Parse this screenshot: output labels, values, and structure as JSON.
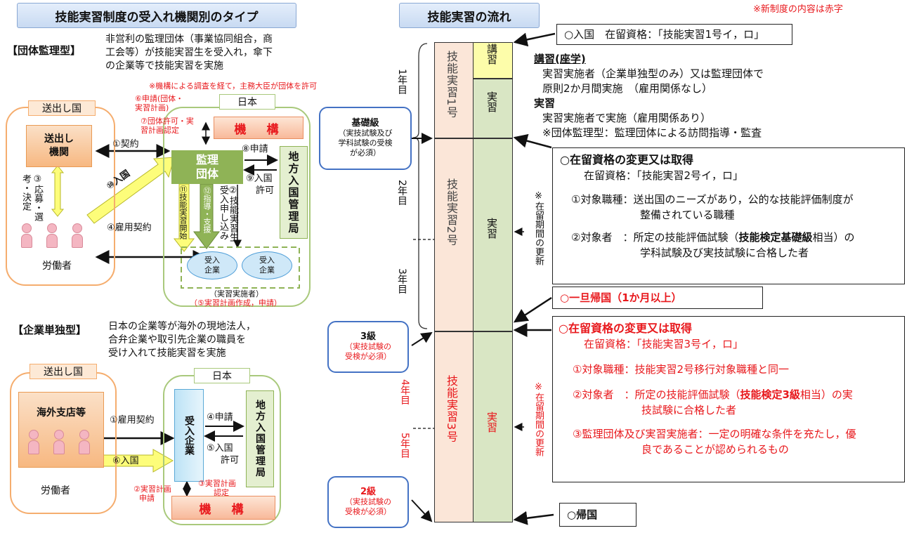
{
  "left": {
    "title": "技能実習制度の受入れ機関別のタイプ",
    "group": {
      "label": "【団体監理型】",
      "desc": [
        "非営利の監理団体（事業協同組合，商",
        "工会等）が技能実習生を受入れ，傘下",
        "の企業等で技能実習を実施"
      ],
      "note": "※機構による調査を経て，主務大臣が団体を許可",
      "sending_country": "送出し国",
      "japan": "日本",
      "sending_org": [
        "送出し",
        "機関"
      ],
      "workers": "労働者",
      "kikou": "機　構",
      "kanri": [
        "監理",
        "団体"
      ],
      "immigration": "地方入国管理局",
      "company1": [
        "受入",
        "企業"
      ],
      "company2": [
        "受入",
        "企業"
      ],
      "implementer": "（実習実施者）",
      "plan_note": "（⑤実習計画作成，申請）",
      "s1": "①契約",
      "s3": "③応募・選考・決定",
      "s4": "④雇用契約",
      "s6": [
        "⑥申請(団体・",
        "実習計画)"
      ],
      "s7": [
        "⑦団体許可・実",
        "習計画認定"
      ],
      "s8": "⑧申請",
      "s9": [
        "⑨入国",
        "許可"
      ],
      "s10": "⑩入国",
      "s11": "⑪技能実習開始",
      "s12": "⑫指導・支援",
      "s2": "②技能実習生受入申し込み"
    },
    "single": {
      "label": "【企業単独型】",
      "desc": [
        "日本の企業等が海外の現地法人，",
        "合弁企業や取引先企業の職員を",
        "受け入れて技能実習を実施"
      ],
      "sending_country": "送出し国",
      "japan": "日本",
      "branch": "海外支店等",
      "workers": "労働者",
      "company": "受入企業",
      "immigration": "地方入国管理局",
      "kikou": "機　構",
      "s1": "①雇用契約",
      "s4": "④申請",
      "s5": [
        "⑤入国",
        "許可"
      ],
      "s6": "⑥入国",
      "s2": [
        "②実習計画",
        "申請"
      ],
      "s3": [
        "③実習計画",
        "認定"
      ]
    }
  },
  "right": {
    "title": "技能実習の流れ",
    "red_note": "※新制度の内容は赤字",
    "years": {
      "y1": "1年目",
      "y2": "2年目",
      "y3": "3年目",
      "y4": "4年目",
      "y5": "5年目"
    },
    "col1": "技能実習1号",
    "col2": "技能実習2号",
    "col3": "技能実習3号",
    "koushu": "講習",
    "jisshu1": "実習",
    "jisshu2": "実習",
    "jisshu3": "実習",
    "renewal1": "※在留期間の更新",
    "renewal2": "※在留期間の更新",
    "exam_basic": {
      "title": "基礎級",
      "desc": [
        "（実技試験及び",
        "学科試験の受検",
        "が必須）"
      ]
    },
    "exam3": {
      "title": "3級",
      "desc": [
        "（実技試験の",
        "受検が必須）"
      ]
    },
    "exam2": {
      "title": "2級",
      "desc": [
        "（実技試験の",
        "受検が必須）"
      ]
    },
    "entry": "○入国　在留資格：「技能実習1号イ，ロ」",
    "lecture": {
      "h1": "講習(座学)",
      "l1": "実習実施者（企業単独型のみ）又は監理団体で",
      "l2": "原則2か月間実施　（雇用関係なし）",
      "h2": "実習",
      "l3": "実習実施者で実施（雇用関係あり）",
      "l4": "※団体監理型：監理団体による訪問指導・監査"
    },
    "change2": {
      "head": "○在留資格の変更又は取得",
      "status": "在留資格：「技能実習2号イ，ロ」",
      "i1a": "①対象職種：送出国のニーズがあり，公的な技能評価制度が",
      "i1b": "整備されている職種",
      "i2a_pre": "②対象者　：所定の技能評価試験（",
      "i2a_bold": "技能検定基礎級",
      "i2a_post": "相当）の",
      "i2b": "学科試験及び実技試験に合格した者"
    },
    "return_once": "○一旦帰国（1か月以上）",
    "change3": {
      "head": "○在留資格の変更又は取得",
      "status": "在留資格：「技能実習3号イ，ロ」",
      "i1": "①対象職種：技能実習2号移行対象職種と同一",
      "i2a_pre": "②対象者　：所定の技能評価試験（",
      "i2a_bold": "技能検定3級",
      "i2a_post": "相当）の実",
      "i2b": "技試験に合格した者",
      "i3a": "③監理団体及び実習実施者：一定の明確な条件を充たし，優",
      "i3b": "良であることが認められるもの"
    },
    "return_final": "○帰国"
  },
  "colors": {
    "red": "#e8181c",
    "green": "#8fb356",
    "orange": "#f5ad6e",
    "blue": "#4472c4"
  }
}
